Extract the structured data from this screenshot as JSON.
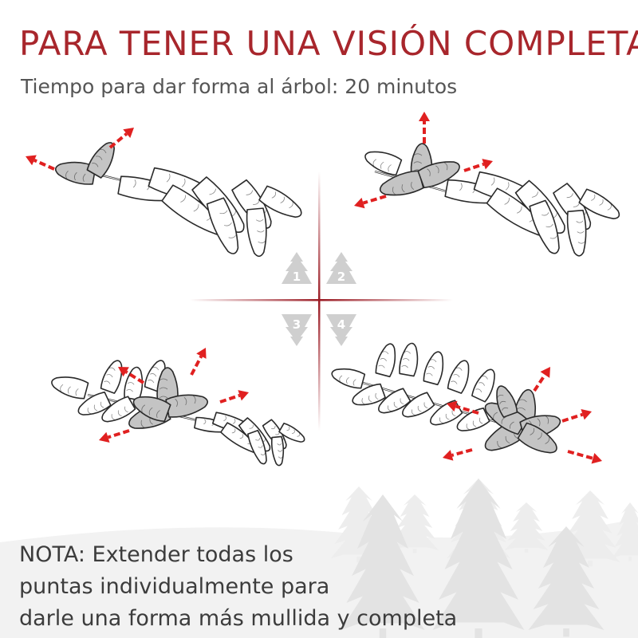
{
  "title": "PARA TENER UNA VISIÓN COMPLETA",
  "subtitle": "Tiempo para dar forma al árbol: 20 minutos",
  "steps": [
    {
      "number": "1"
    },
    {
      "number": "2"
    },
    {
      "number": "3"
    },
    {
      "number": "4"
    }
  ],
  "note": {
    "lines": [
      "NOTA: Extender todas los",
      "puntas individualmente para",
      "darle una forma más mullida y completa"
    ]
  },
  "colors": {
    "title": "#a8262c",
    "arrow": "#e02020",
    "divider": "#9b1b24",
    "outline": "#2a2a2a",
    "branch_fill": "#ffffff",
    "active_fill": "#c4c4c4",
    "step_icon": "#cfcfcf",
    "background_trees": "#e3e3e3",
    "ground": "#f2f2f2"
  },
  "icons": [
    "red-arrow-icon",
    "christmas-tree-step-icon",
    "background-tree-icon"
  ]
}
